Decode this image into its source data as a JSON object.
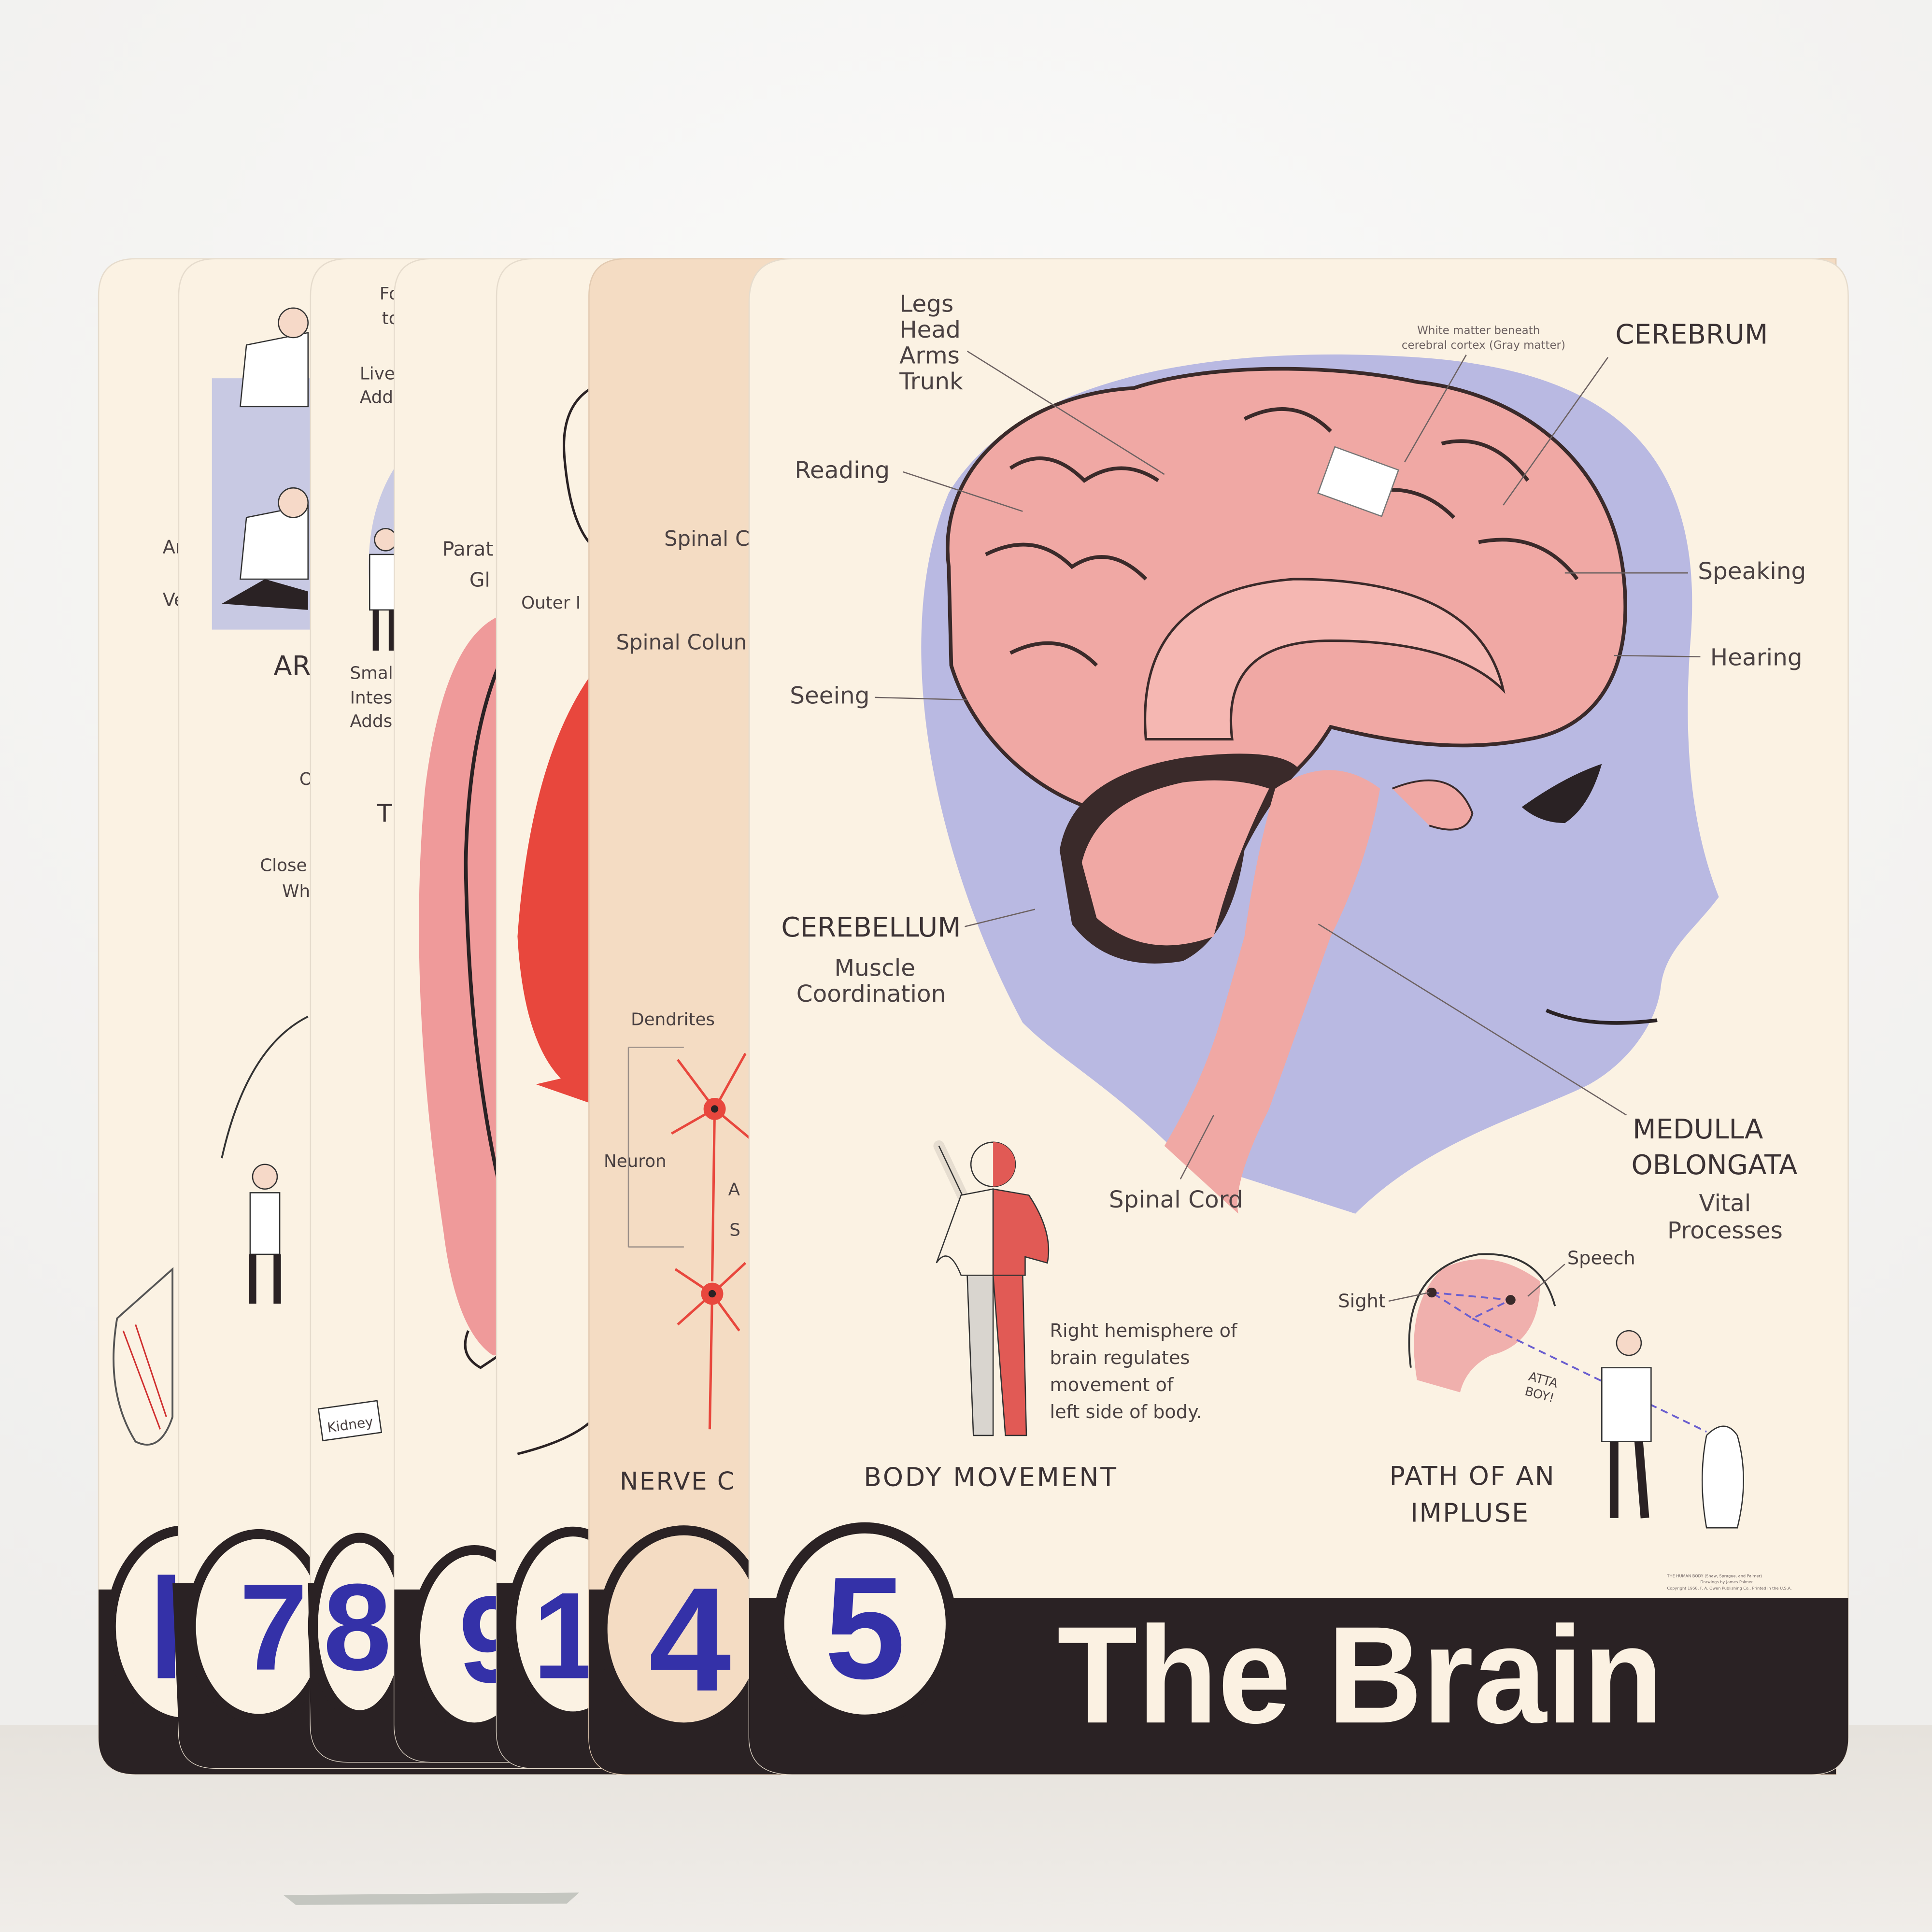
{
  "colors": {
    "poster_cream": "#fbf2e3",
    "poster_peach": "#f4dcc3",
    "band_black": "#2a2224",
    "number_blue": "#3431a8",
    "head_blue": "#b9b9e2",
    "brain_pink": "#f0a8a4",
    "arrow_red": "#e8473d"
  },
  "back_posters": [
    {
      "number": "",
      "texts": [
        "Ar",
        "Ve"
      ]
    },
    {
      "number": "7",
      "texts": [
        "AR",
        "O",
        "Close",
        "Wh"
      ]
    },
    {
      "number": "8",
      "texts": [
        "Fo",
        "to",
        "Live",
        "Add",
        "Small",
        "Intes",
        "Adds",
        "T",
        "Kidney"
      ]
    },
    {
      "number": "9",
      "texts": [
        "Parat",
        "Gl"
      ]
    },
    {
      "number": "1",
      "texts": [
        "Outer I"
      ]
    },
    {
      "number": "4",
      "texts": [
        "Spinal C",
        "Spinal Colun",
        "Dendrites",
        "Neuron",
        "A",
        "S",
        "NERVE C"
      ]
    }
  ],
  "main_poster": {
    "number": "5",
    "title": "The Brain",
    "labels": {
      "legs": "Legs",
      "head": "Head",
      "arms": "Arms",
      "trunk": "Trunk",
      "reading": "Reading",
      "seeing": "Seeing",
      "cerebellum": "CEREBELLUM",
      "cerebellum_sub1": "Muscle",
      "cerebellum_sub2": "Coordination",
      "white_matter_1": "White matter beneath",
      "white_matter_2": "cerebral cortex (Gray matter)",
      "cerebrum": "CEREBRUM",
      "speaking": "Speaking",
      "hearing": "Hearing",
      "medulla_1": "MEDULLA",
      "medulla_2": "OBLONGATA",
      "medulla_sub1": "Vital",
      "medulla_sub2": "Processes",
      "spinal_cord": "Spinal Cord"
    },
    "body_movement": {
      "note": [
        "Right hemisphere of",
        "brain regulates",
        "movement of",
        "left side of body."
      ],
      "heading": "BODY MOVEMENT"
    },
    "impulse": {
      "speech": "Speech",
      "sight": "Sight",
      "bubble_1": "ATTA",
      "bubble_2": "BOY!",
      "heading_1": "PATH OF AN",
      "heading_2": "IMPLUSE"
    },
    "credits": [
      "THE HUMAN BODY (Shaw, Sprague, and Palmer)",
      "Drawings by James Palmer",
      "Copyright 1958, F. A. Owen Publishing Co., Printed in the U.S.A."
    ]
  }
}
